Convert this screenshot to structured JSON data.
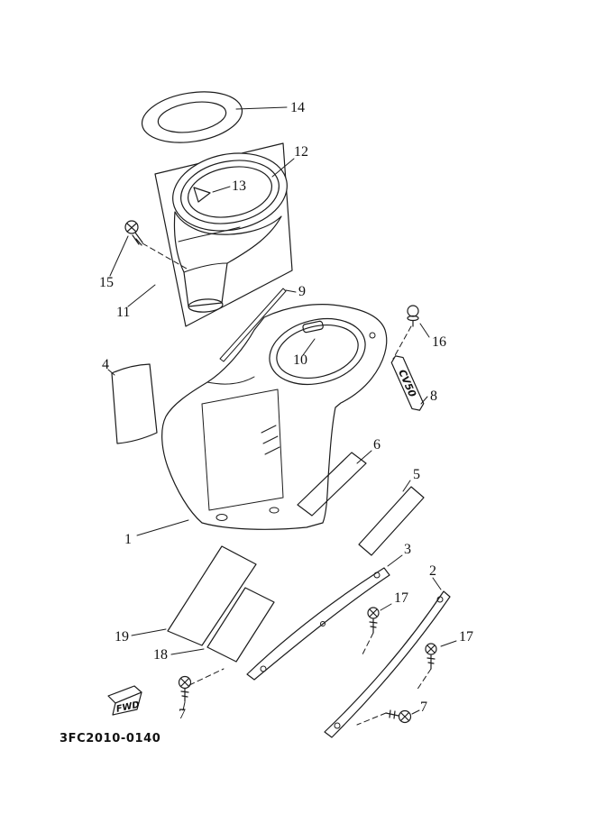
{
  "diagram": {
    "code": "3FC2010-0140",
    "fwd_label": "FWD",
    "emblem_text": "CV50"
  },
  "part_labels": {
    "p1": "1",
    "p2": "2",
    "p3": "3",
    "p4": "4",
    "p5": "5",
    "p6": "6",
    "p7_left": "7",
    "p7_right": "7",
    "p8": "8",
    "p9": "9",
    "p10": "10",
    "p11": "11",
    "p12": "12",
    "p13": "13",
    "p14": "14",
    "p15": "15",
    "p16": "16",
    "p17_upper": "17",
    "p17_lower": "17",
    "p18": "18",
    "p19": "19"
  }
}
